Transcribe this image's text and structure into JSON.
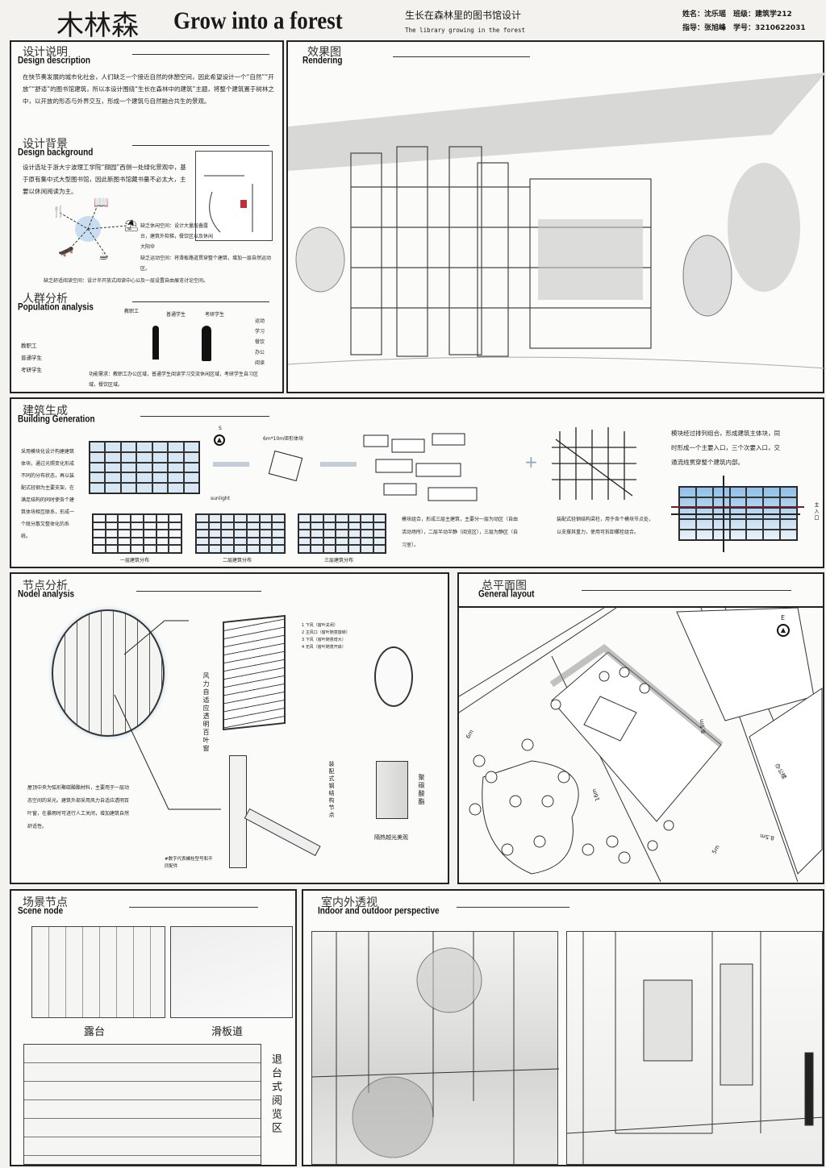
{
  "header": {
    "title_cn": "木林森",
    "title_en": "Grow into a forest",
    "subtitle_cn": "生长在森林里的图书馆设计",
    "subtitle_en": "The library growing in the forest",
    "name_line": "姓名：沈乐瑶　班级：建筑学212",
    "tutor_line": "指导：张旭峰　学号：3210622031"
  },
  "design": {
    "title_cn": "设计说明",
    "title_en": "Design description",
    "text": "在快节奏发展的城市化社会，人们缺乏一个接近自然的休憩空间，因此希望设计一个“自然”“开放”“舒适”的图书馆建筑，所以本设计围绕“生长在森林中的建筑”主题，将整个建筑置于树林之中，以开放的形态与外界交互，形成一个建筑与自然融合共生的景观。"
  },
  "background": {
    "title_cn": "设计背景",
    "title_en": "Design background",
    "text": "设计选址于浙大宁波理工学院“撷园”西侧一处绿化景观中，基于原有集中式大型图书馆，因此新图书馆藏书量不必太大，主要以休闲阅读为主。",
    "note1": "缺乏休闲空间：设计大量层叠露台，建筑外软梯，餐饮区以及休闲大阳伞",
    "note2": "缺乏运动空间：将滑板路道贯穿整个建筑，增加一层自然运动区。",
    "note3": "缺乏舒适阅读空间：设计半开放式阅读中心以及一层设置自由展览讨论空间。"
  },
  "population": {
    "title_cn": "人群分析",
    "title_en": "Population analysis",
    "groups": [
      "教职工",
      "普通学生",
      "考研学生"
    ],
    "activities": [
      "运动",
      "学习",
      "餐饮",
      "办公",
      "阅读"
    ],
    "needs": "功能需求：教职工办公区域，普通学生阅读学习交流休闲区域，考研学生自习区域，餐饮区域。"
  },
  "rendering": {
    "title_cn": "效果图",
    "title_en": "Rendering"
  },
  "generation": {
    "title_cn": "建筑生成",
    "title_en": "Building Generation",
    "intro": "采用模块化设计构建建筑体块，通过光照变化形成不同的分布状态，再以装配式轻钢为主要支架，在满足结构的同时使各个建筑体块相互联系，形成一个既分散又整体化的系统。",
    "north": "S",
    "module_label": "6m*10m矩形体块",
    "sunlight": "sunlight",
    "floors": [
      "一层建筑分布",
      "二层建筑分布",
      "三层建筑分布"
    ],
    "combo_text": "模块组合，形成三层主建筑，主要分一层为动区（自由活动场所），二层半动半静（阅览区），三层为静区（自习室）。",
    "steel_text": "装配式轻钢结构梁柱，用于各个模块节点处，以支撑其重力，使用可拆卸螺栓组合。",
    "layout_text": "模块经过排列组合，形成建筑主体块，同时形成一个主要入口，三个次要入口，交通流线贯穿整个建筑内部。",
    "entrance": "主入口"
  },
  "node": {
    "title_cn": "节点分析",
    "title_en": "Nodel analysis",
    "louver_label": "风力自适应透明百叶窗",
    "legend": [
      "1 下风（窗叶关闭）",
      "2 主风口（窗叶随意旋转）",
      "3 下风（窗叶随意增大）",
      "4 无风（窗叶随意开启）"
    ],
    "joint_label": "装配式钢结构节点",
    "material_label": "聚碳酸酯",
    "material_note": "隔热越光美观",
    "bolt_note": "#数字代表螺栓型号和不同配件",
    "text": "屋顶中央为弧形聚碳酸酯材料，主要用于一层动态空间的采光。建筑外部采用风力自适应透明百叶窗，在暴雨时可进行人工关闭，增加建筑自然舒适性。"
  },
  "site": {
    "title_cn": "总平面图",
    "title_en": "General layout",
    "north": "E",
    "dims": [
      "8.5m",
      "6m",
      "16m",
      "5m",
      "8.5m"
    ],
    "building": "办公楼"
  },
  "scene": {
    "title_cn": "场景节点",
    "title_en": "Scene node",
    "labels": [
      "露台",
      "滑板道",
      "退台式阅览区"
    ]
  },
  "perspective": {
    "title_cn": "室内外透视",
    "title_en": "Indoor and outdoor perspective"
  }
}
